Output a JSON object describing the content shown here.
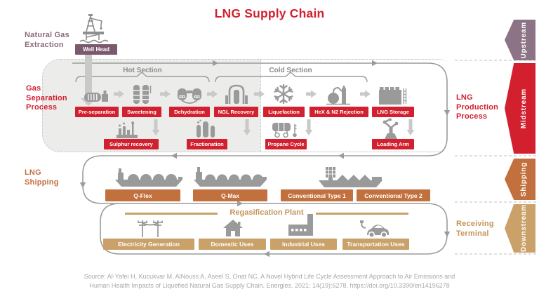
{
  "title": "LNG Supply Chain",
  "colors": {
    "red": "#D2202F",
    "mauve_dark": "#7C5A6E",
    "mauve_ribbon": "#8D7386",
    "orange": "#C2703D",
    "tan": "#C9A169",
    "icon_gray": "#9A9A9A",
    "line_gray": "#9B9B9B",
    "panel_gray": "#ECECEB"
  },
  "extraction": {
    "label": "Natural Gas Extraction",
    "well_head": "Well Head"
  },
  "separation": {
    "label": "Gas Separation Process",
    "hot": "Hot Section",
    "cold": "Cold Section",
    "steps": [
      "Pre-separation",
      "Sweetening",
      "Dehydration",
      "NGL Recovery",
      "Liquefaction",
      "HeX & N2 Rejection",
      "LNG Storage"
    ],
    "substeps": [
      "Sulphur recovery",
      "Fractionation",
      "Propane Cycle",
      "Loading Arm"
    ]
  },
  "production": {
    "label": "LNG Production Process"
  },
  "shipping": {
    "label": "LNG Shipping",
    "vessels": [
      "Q-Flex",
      "Q-Max",
      "Conventional Type 1",
      "Conventional Type 2"
    ]
  },
  "receiving": {
    "label": "Receiving Terminal",
    "plant": "Regasification Plant",
    "uses": [
      "Electricity Generation",
      "Domestic Uses",
      "Industrial Uses",
      "Transportation Uses"
    ]
  },
  "ribbons": [
    {
      "label": "Upstream"
    },
    {
      "label": "Midstream"
    },
    {
      "label": "Shipping"
    },
    {
      "label": "Downstream"
    }
  ],
  "source": {
    "line1": "Source: Al-Yafei H, Kucukvar M, AlNouss A, Aseel S, Onat NC. A Novel Hybrid Life Cycle Assessment Approach to Air Emissions and",
    "line2": "Human Health Impacts of Liquefied Natural Gas Supply Chain. Energies. 2021; 14(19):6278. https://doi.org/10.3390/en14196278"
  }
}
